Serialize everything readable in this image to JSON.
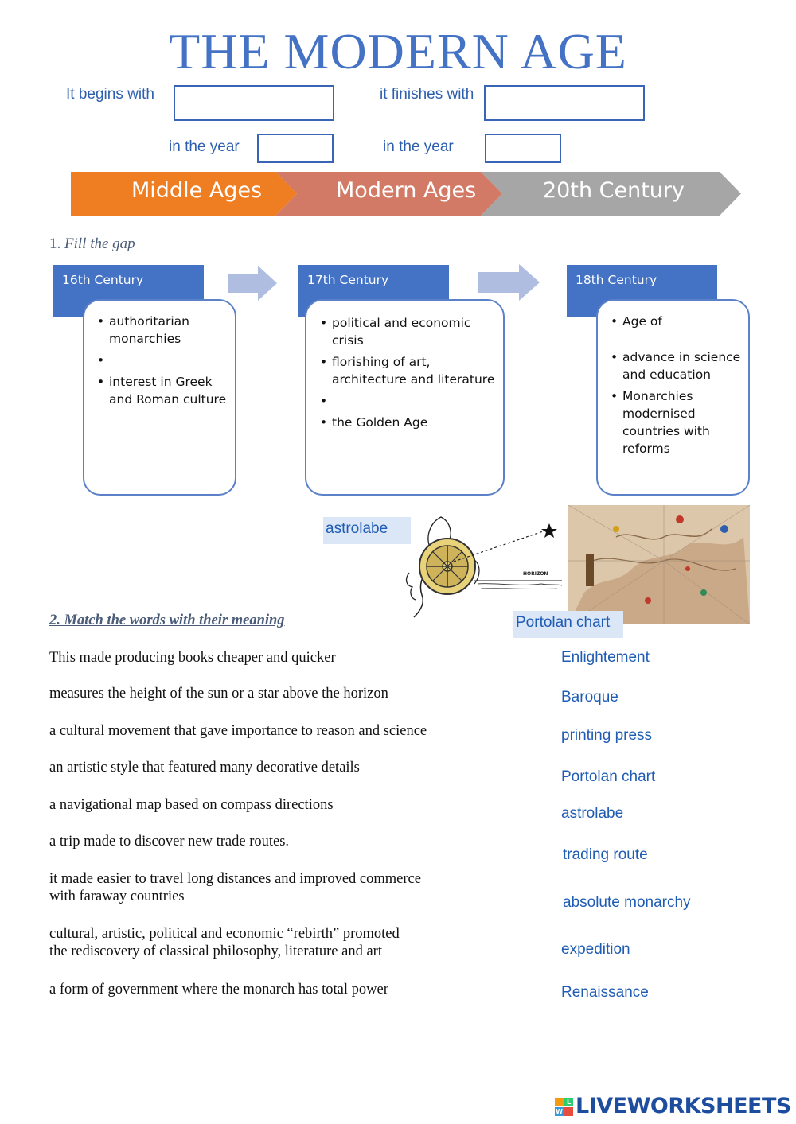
{
  "title": "THE MODERN AGE",
  "header": {
    "begins_label": "It begins with",
    "finishes_label": "it finishes with",
    "year_label_left": "in the year",
    "year_label_right": "in the year",
    "begins_value": "",
    "finishes_value": "",
    "begin_year_value": "",
    "finish_year_value": ""
  },
  "timeline": {
    "items": [
      "Middle Ages",
      "Modern Ages",
      "20th Century"
    ],
    "colors": [
      "#ef7d22",
      "#d27a66",
      "#a6a6a6"
    ]
  },
  "exercise1": {
    "label_number": "1.",
    "label_text": "Fill the gap",
    "centuries": [
      {
        "heading": "16th Century",
        "bullets": [
          "authoritarian monarchies",
          "",
          "interest in Greek and Roman culture"
        ]
      },
      {
        "heading": "17th Century",
        "bullets": [
          "political and economic crisis",
          "florishing of art, architecture and literature",
          "",
          "the Golden Age"
        ]
      },
      {
        "heading": "18th Century",
        "bullets": [
          "Age of",
          "advance in science and education",
          "Monarchies modernised countries with reforms"
        ]
      }
    ]
  },
  "images": {
    "astrolabe_label": "astrolabe",
    "horizon_label": "HORIZON",
    "portolan_label": "Portolan chart"
  },
  "exercise2": {
    "label": "2. Match the words with their meaning",
    "definitions": [
      "This made producing books cheaper and quicker",
      "measures the height of the sun or a star above the horizon",
      "a cultural movement that gave importance to reason and science",
      "an artistic style that featured many decorative details",
      "a navigational map based on compass directions",
      "a trip made to discover new trade routes.",
      "it made easier to travel long distances and improved commerce\nwith faraway countries",
      "cultural, artistic, political and economic “rebirth” promoted\nthe rediscovery of classical philosophy, literature and art",
      "a form of government where the monarch has total power"
    ],
    "words": [
      "Enlightement",
      "Baroque",
      "printing press",
      "Portolan chart",
      "astrolabe",
      "trading route",
      "absolute monarchy",
      "expedition",
      "Renaissance"
    ]
  },
  "footer": {
    "brand": "LIVEWORKSHEETS",
    "logo_letters": [
      "L",
      "W"
    ]
  }
}
